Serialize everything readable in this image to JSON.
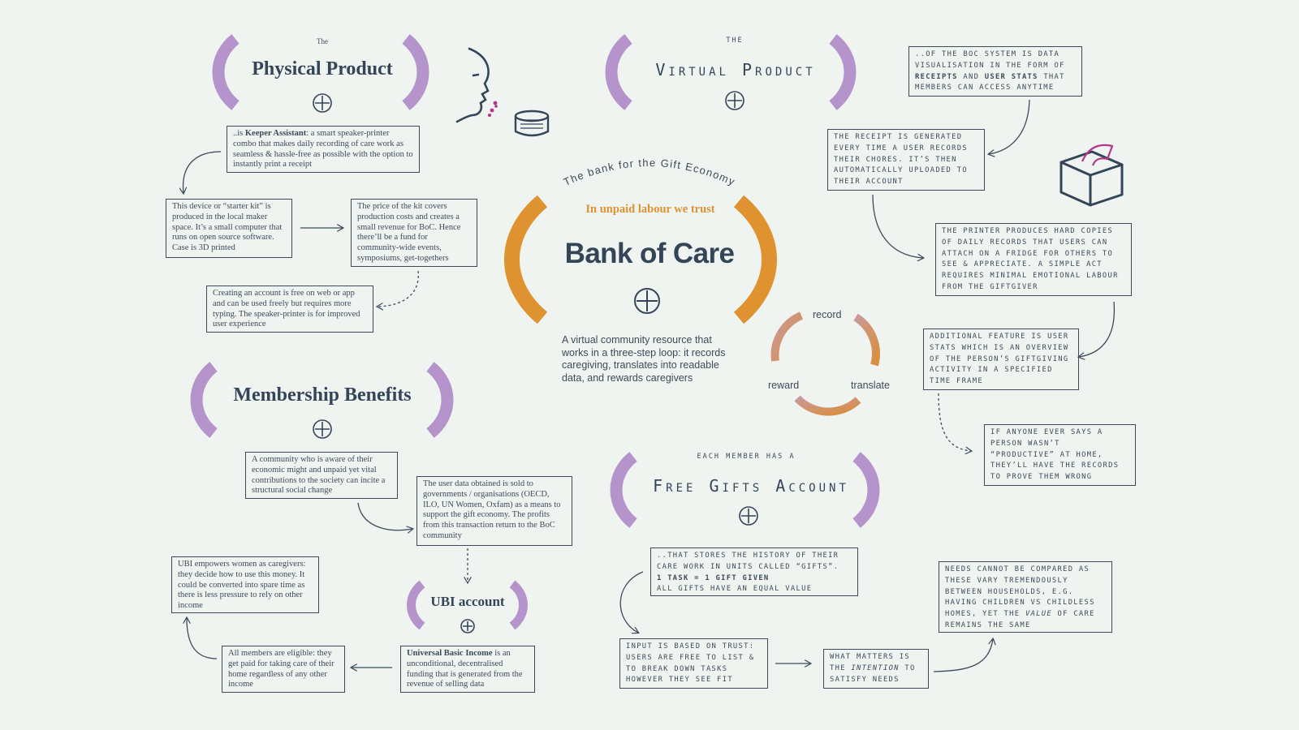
{
  "center": {
    "arc_text": "The bank for the Gift Economy",
    "tagline": "In unpaid labour we trust",
    "title": "Bank of Care",
    "description": "A virtual community resource that works in a three-step loop: it records caregiving, translates into readable data, and rewards caregivers",
    "loop": {
      "record": "record",
      "translate": "translate",
      "reward": "reward"
    }
  },
  "colors": {
    "accent_orange": "#de9330",
    "accent_purple": "#b494cb",
    "ink": "#3d4a5a",
    "background": "#eff4f1"
  },
  "physical": {
    "pre": "The",
    "title": "Physical Product",
    "box1": {
      "prefix": "..is ",
      "bold": "Keeper Assistant",
      "rest": ": a smart speaker-printer combo that makes daily recording of care work as seamless & hassle-free as possible with the option to instantly print a receipt"
    },
    "box2": "This device or “starter kit” is produced in the local maker space. It’s a small computer that runs on open source software. Case is 3D printed",
    "box3": "The price of the kit covers production costs and creates a small revenue for BoC. Hence there’ll be a fund for community-wide events, symposiums, get-togethers",
    "box4": "Creating an account is free on web or app and can be used freely but requires more typing. The speaker-printer is for improved user experience"
  },
  "virtual": {
    "pre": "THE",
    "title": "Virtual Product",
    "box1": {
      "a": "..of the BoC system is data visualisation in the form of ",
      "b1": "receipts",
      "c": " and ",
      "b2": "user stats",
      "d": " that members can access anytime"
    },
    "box2": "The receipt is generated every time a user records their chores. It’s then automatically uploaded to their account",
    "box3": "The printer produces hard copies of daily records that users can attach on a fridge for others to see & appreciate. A simple act requires minimal emotional labour from the giftgiver",
    "box4": "Additional feature is user stats which is an overview of the person’s giftgiving activity in a specified time frame",
    "box5": "If anyone ever says a person wasn’t “productive” at home, they’ll have the records to prove them wrong"
  },
  "membership": {
    "title": "Membership Benefits",
    "box1": "A community who is aware of their economic might and unpaid yet vital contributions to the society can incite a structural social change",
    "box2": "The user data obtained is sold to governments / organisations (OECD, ILO, UN Women, Oxfam) as a means to support the gift economy. The profits from this transaction return to the BoC community"
  },
  "ubi": {
    "title": "UBI account",
    "box1": {
      "bold": "Universal Basic Income",
      "rest": " is an unconditional, decentralised funding that is generated from the revenue of selling data"
    },
    "box2": "All members are eligible: they get paid for taking care of their home regardless of any other income",
    "box3": "UBI empowers women as caregivers: they decide how to use this money. It could be converted into spare time as there is less pressure to rely on other income"
  },
  "gifts": {
    "pre": "EACH MEMBER HAS A",
    "title": "Free Gifts Account",
    "box1": {
      "a": "..that stores the history of their care work in units called “gifts”.",
      "b": "1 task = 1 gift given",
      "c": "All gifts have an equal value"
    },
    "box2": "Input is based on trust: users are free to list & to break down tasks however they see fit",
    "box3": {
      "a": "What matters is the ",
      "i": "intention",
      "b": " to satisfy needs"
    },
    "box4": {
      "a": "Needs cannot be compared as these vary tremendously between households, e.g. having children vs childless homes, yet the ",
      "i": "value",
      "b": " of care remains the same"
    }
  }
}
